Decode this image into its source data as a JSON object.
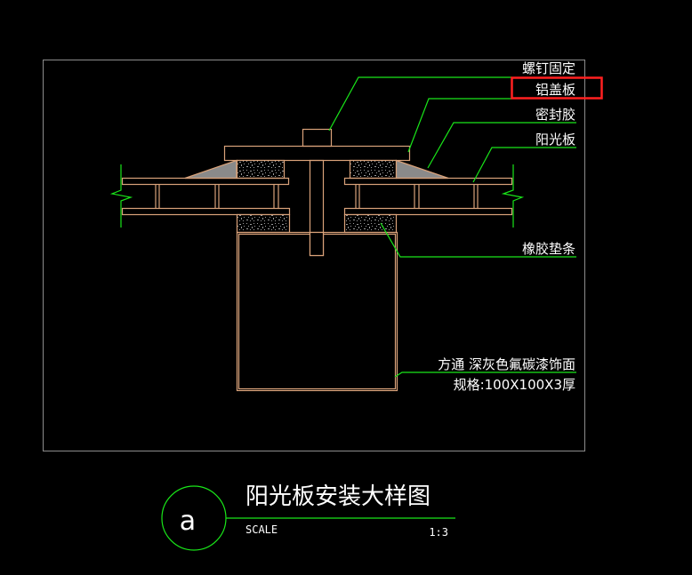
{
  "drawing": {
    "title": "阳光板安装大样图",
    "scale_label": "SCALE",
    "scale_value": "1:3",
    "detail_mark": "a"
  },
  "callouts": [
    {
      "id": "screw",
      "text": "螺钉固定"
    },
    {
      "id": "cap",
      "text": "铝盖板",
      "highlighted": true
    },
    {
      "id": "sealant",
      "text": "密封胶"
    },
    {
      "id": "panel",
      "text": "阳光板"
    },
    {
      "id": "gasket",
      "text": "橡胶垫条"
    },
    {
      "id": "tube_line1",
      "text": "方通 深灰色氟碳漆饰面"
    },
    {
      "id": "tube_line2",
      "text": "规格:100X100X3厚"
    }
  ],
  "colors": {
    "background": "#000000",
    "frame": "#8c8c8c",
    "object": "#d9a27a",
    "leader": "#19e619",
    "text": "#ffffff",
    "highlight": "#ff2020",
    "fill_gray": "#8a8a8a"
  }
}
